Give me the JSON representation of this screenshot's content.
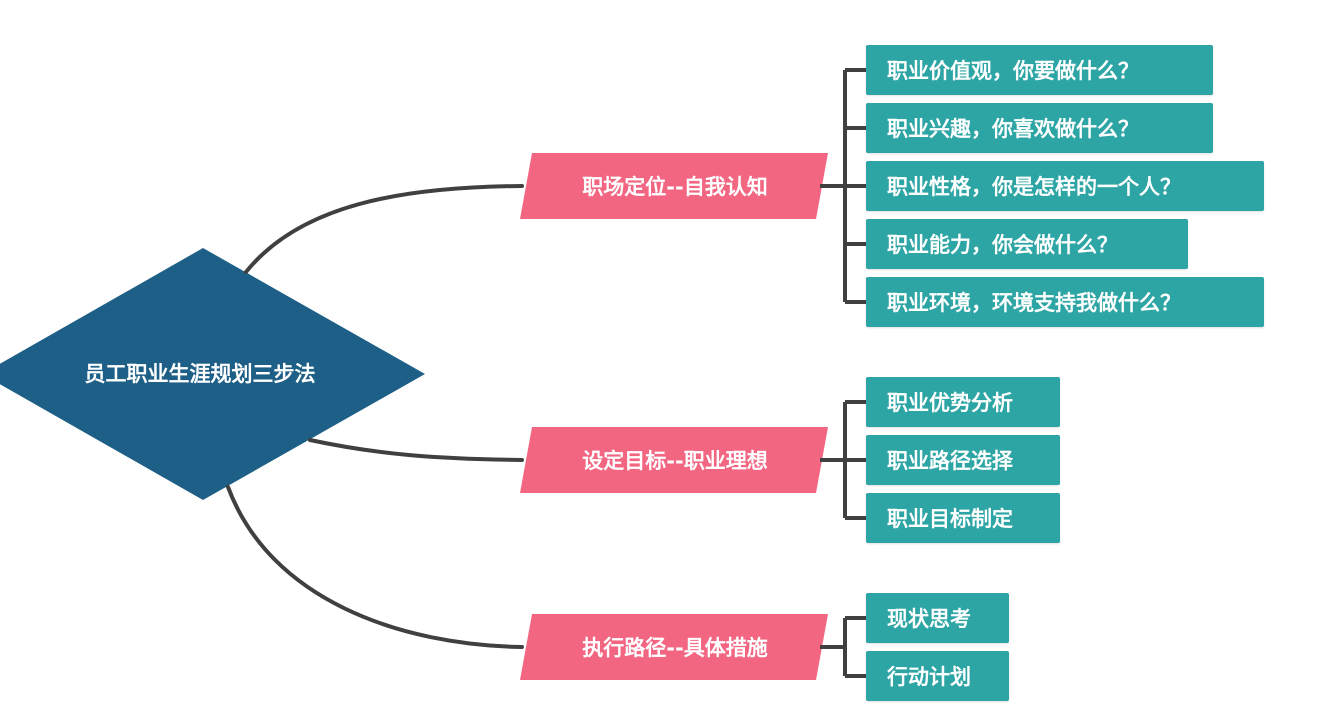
{
  "colors": {
    "root": "#1d5f86",
    "branch": "#f26682",
    "leaf": "#2ea5a5",
    "connector": "#404040",
    "text": "#ffffff"
  },
  "root": {
    "label": "员工职业生涯规划三步法",
    "shape": "diamond"
  },
  "branches": [
    {
      "label": "职场定位--自我认知",
      "children": [
        "职业价值观，你要做什么？",
        "职业兴趣，你喜欢做什么？",
        "职业性格，你是怎样的一个人？",
        "职业能力，你会做什么？",
        "职业环境，环境支持我做什么？"
      ]
    },
    {
      "label": "设定目标--职业理想",
      "children": [
        "职业优势分析",
        "职业路径选择",
        "职业目标制定"
      ]
    },
    {
      "label": "执行路径--具体措施",
      "children": [
        "现状思考",
        "行动计划"
      ]
    }
  ]
}
